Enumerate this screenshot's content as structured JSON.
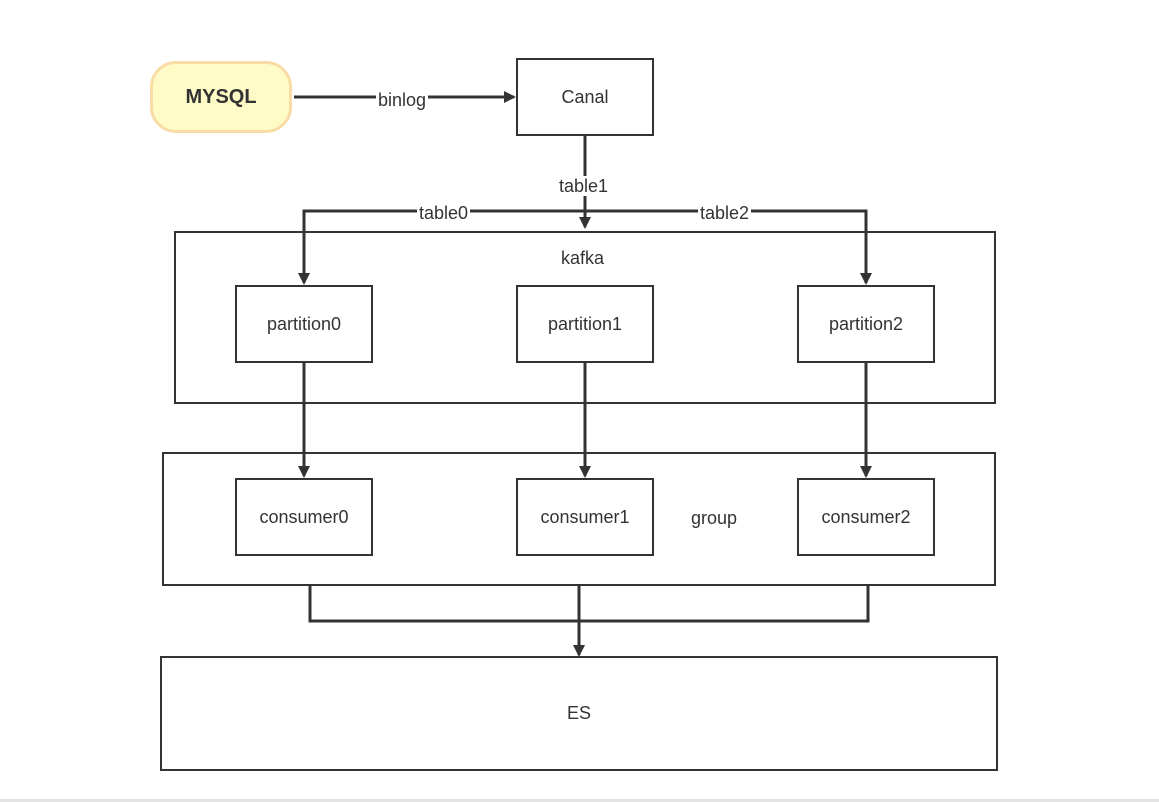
{
  "nodes": {
    "mysql": "MYSQL",
    "canal": "Canal",
    "kafka": "kafka",
    "partition0": "partition0",
    "partition1": "partition1",
    "partition2": "partition2",
    "consumer0": "consumer0",
    "consumer1": "consumer1",
    "consumer2": "consumer2",
    "group": "group",
    "es": "ES"
  },
  "edges": {
    "binlog": "binlog",
    "table0": "table0",
    "table1": "table1",
    "table2": "table2"
  },
  "colors": {
    "line": "#333333",
    "mysql_fill": "#fffbc6",
    "mysql_border": "#f9dba5"
  }
}
